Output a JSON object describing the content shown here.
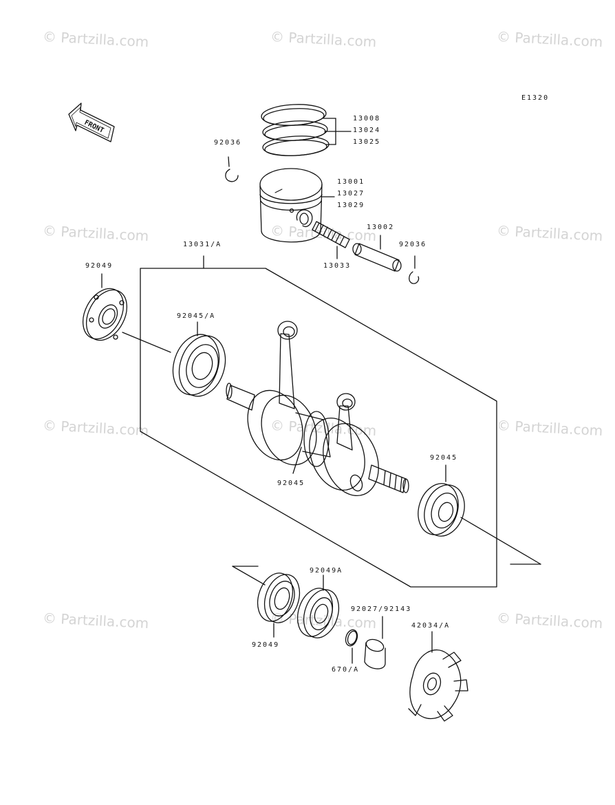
{
  "diagram_code": "E1320",
  "front_label": "FRONT",
  "watermark_text": "© Partzilla.com",
  "part_labels": {
    "p13008": "13008",
    "p13024": "13024",
    "p13025": "13025",
    "p92036_top": "92036",
    "p13001": "13001",
    "p13027": "13027",
    "p13029": "13029",
    "p13002": "13002",
    "p92036_right": "92036",
    "p13033": "13033",
    "p13031A": "13031/A",
    "p92049_left": "92049",
    "p92045A": "92045/A",
    "p92045_center": "92045",
    "p92045_right": "92045",
    "p92049A": "92049A",
    "p92027": "92027/92143",
    "p42034A": "42034/A",
    "p92049_bottom": "92049",
    "p670A": "670/A"
  }
}
